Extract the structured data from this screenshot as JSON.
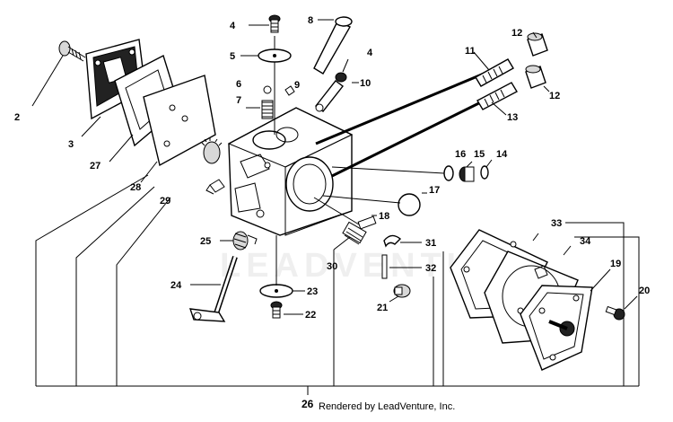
{
  "diagram": {
    "callouts": {
      "c2": "2",
      "c3": "3",
      "c4a": "4",
      "c4b": "4",
      "c5": "5",
      "c6": "6",
      "c7": "7",
      "c8": "8",
      "c9": "9",
      "c10": "10",
      "c11": "11",
      "c12a": "12",
      "c12b": "12",
      "c13": "13",
      "c14": "14",
      "c15": "15",
      "c16": "16",
      "c17": "17",
      "c18": "18",
      "c19": "19",
      "c20": "20",
      "c21": "21",
      "c22": "22",
      "c23": "23",
      "c24": "24",
      "c25": "25",
      "c26": "26",
      "c27": "27",
      "c28": "28",
      "c29": "29",
      "c30": "30",
      "c31": "31",
      "c32": "32",
      "c33": "33",
      "c34": "34"
    },
    "watermark": "LEADVENTURE",
    "credit": "Rendered by LeadVenture, Inc."
  }
}
